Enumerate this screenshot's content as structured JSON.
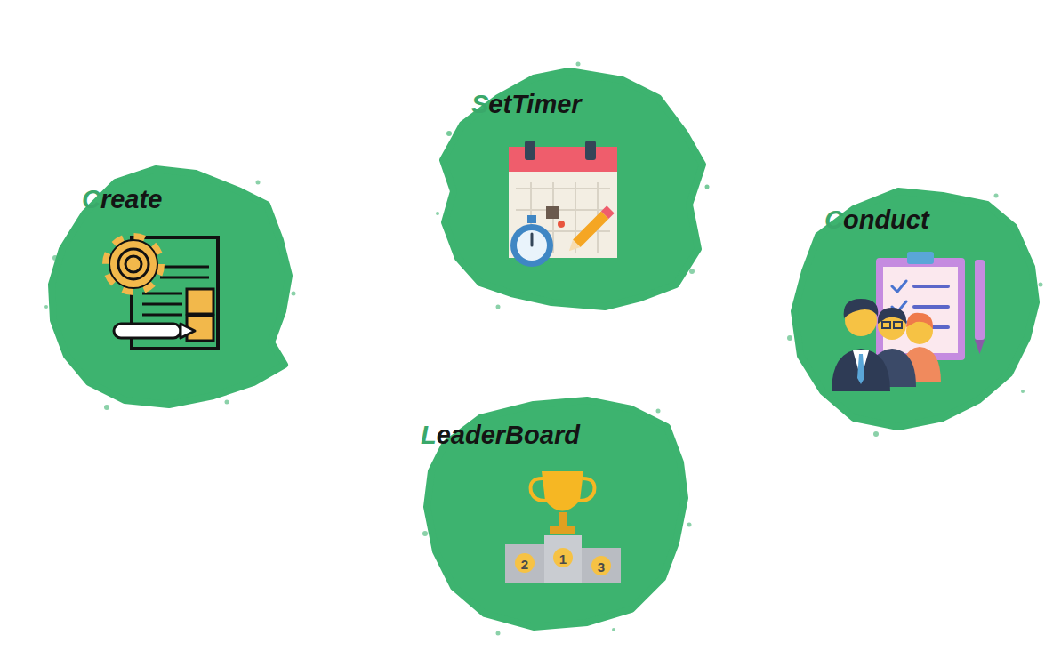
{
  "diagram": {
    "nodes": [
      {
        "text": [
          "SetTimer"
        ]
      },
      {
        "text": [
          "Create"
        ]
      },
      {
        "text": [
          "Conduct"
        ]
      },
      {
        "text": [
          "LeaderBoard"
        ]
      }
    ],
    "labels": [
      "2",
      "1",
      "3"
    ]
  }
}
